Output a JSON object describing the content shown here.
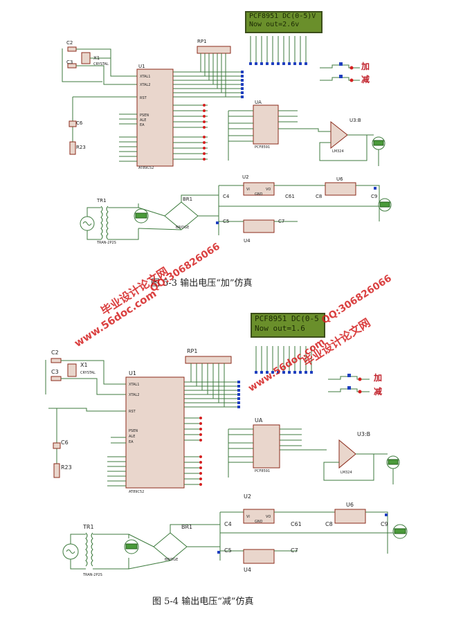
{
  "figure1": {
    "caption": "图 5-3  输出电压“加”仿真",
    "lcd": {
      "line1": "PCF8951 DC(0-5)V",
      "line2": "Now out=2.6v"
    },
    "btn_add": "加",
    "btn_sub": "减"
  },
  "figure2": {
    "caption": "图 5-4    输出电压“减”仿真",
    "lcd": {
      "line1": "PCF8951 DC(0-5",
      "line2": "Now out=1.6"
    },
    "btn_add": "加",
    "btn_sub": "减"
  },
  "labels": {
    "u1": "U1",
    "u2": "U2",
    "u3b": "U3:B",
    "u4": "U4",
    "u6": "U6",
    "ua": "UA",
    "rp1": "RP1",
    "br1": "BR1",
    "tr1": "TR1",
    "c2": "C2",
    "c3": "C3",
    "c4": "C4",
    "c5": "C5",
    "c6": "C6",
    "c61": "C61",
    "c7": "C7",
    "c8": "C8",
    "c9": "C9",
    "x1": "X1",
    "r23": "R23",
    "crystal": "CRYSTAL",
    "mcu": "AT89C52",
    "bridge": "BRIDGE",
    "tran": "TRAN-2P2S",
    "xtal1": "XTAL1",
    "xtal2": "XTAL2",
    "rst": "RST",
    "psen": "PSEN",
    "ale": "ALE",
    "ea": "EA",
    "dac": "PCF8591",
    "opamp": "LM324",
    "v1": "VI",
    "vo": "VO",
    "gnd": "GND"
  },
  "watermark": {
    "site": "www.56doc.com",
    "qq": "QQ:306826066",
    "name": "毕业设计论文网"
  },
  "colors": {
    "chip_fill": "#e9d6cc",
    "chip_border": "#8b2a1a",
    "wire": "#3c7a3c",
    "pin_blue": "#1f3fbf",
    "lcd_bg": "#6a8f2b",
    "watermark": "#d42020"
  }
}
